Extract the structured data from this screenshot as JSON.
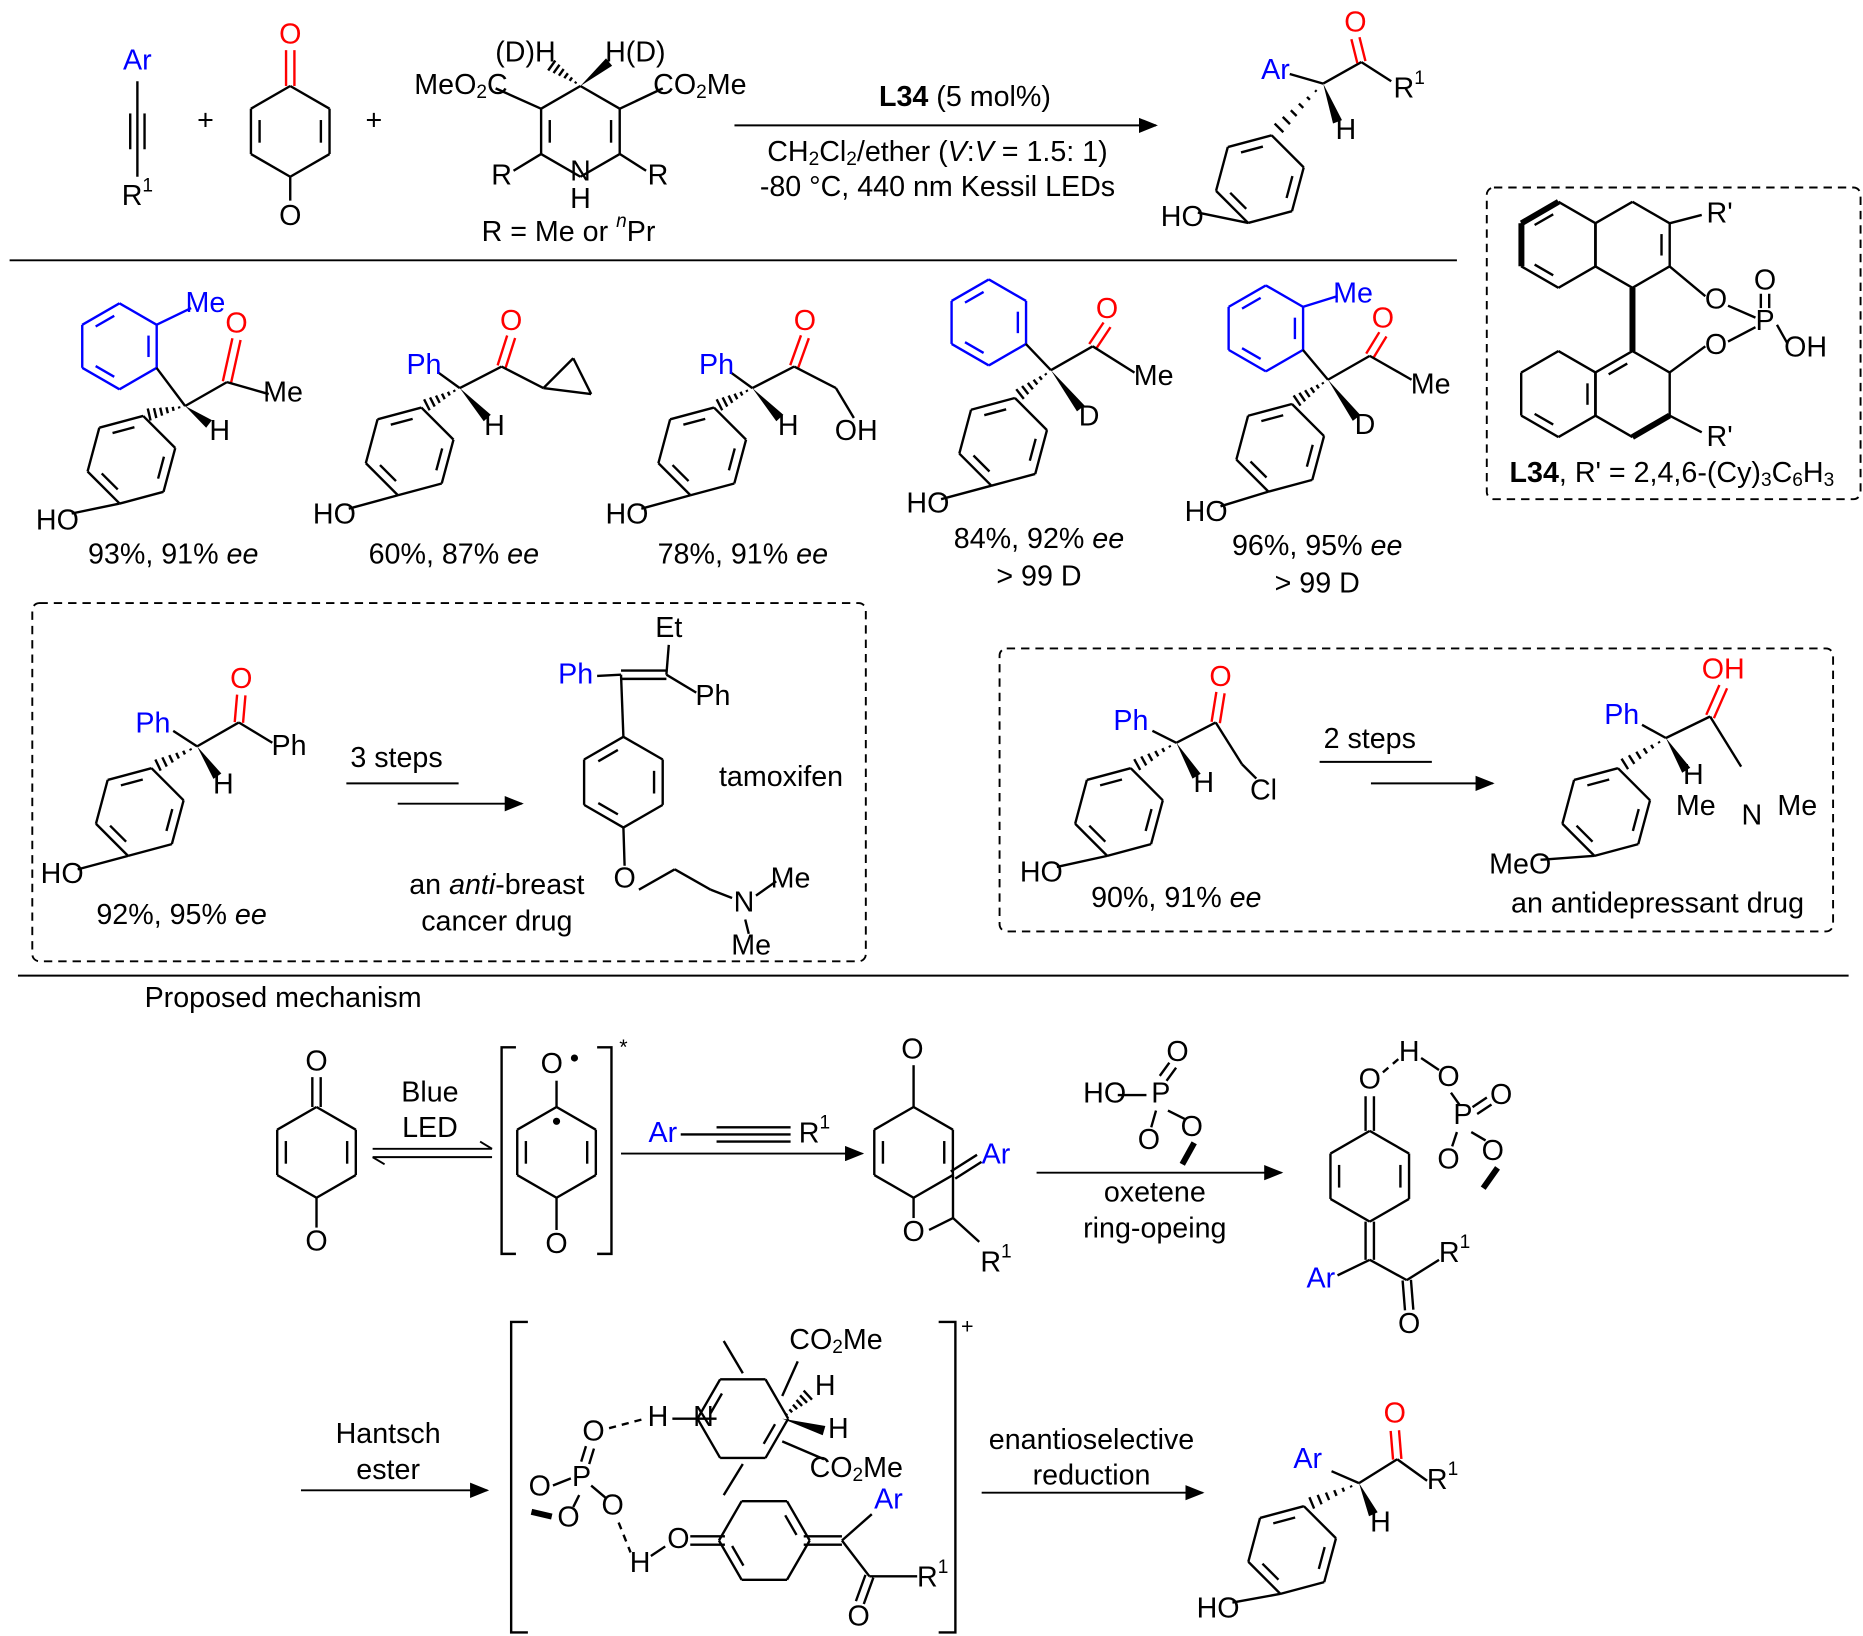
{
  "colors": {
    "aryl": "#0000ff",
    "carbonyl": "#ff0000",
    "ink": "#000000"
  },
  "top": {
    "alkyne": {
      "ar": "Ar",
      "r1": "R1"
    },
    "plus1": "+",
    "plus2": "+",
    "quinone": {
      "o_top": "O",
      "o_bottom": "O"
    },
    "hantzsch": {
      "dh": "(D)H",
      "hd": "H(D)",
      "meo2c": "MeO2C",
      "co2me": "CO2Me",
      "r_left": "R",
      "r_right": "R",
      "n": "N",
      "h": "H",
      "r_def_a": "R = Me or ",
      "r_def_n": "n",
      "r_def_b": "Pr"
    },
    "conditions": {
      "catalyst_bold": "L34",
      "catalyst_rest": " (5 mol%)",
      "solvent_a": "CH2Cl2/ether (",
      "solvent_v1": "V",
      "solvent_colon": ":",
      "solvent_v2": "V",
      "solvent_b": " = 1.5: 1)",
      "temp_light": "-80 °C, 440 nm Kessil LEDs"
    },
    "product": {
      "ar": "Ar",
      "o": "O",
      "r1": "R1",
      "h": "H",
      "ho": "HO"
    }
  },
  "catalyst_box": {
    "r_top": "R'",
    "r_bottom": "R'",
    "o1": "O",
    "o2": "O",
    "p": "P",
    "o_dbl": "O",
    "oh": "OH",
    "caption_bold": "L34",
    "caption_rest": ", R' = 2,4,6-(Cy)3C6H3"
  },
  "examples": [
    {
      "labels": {
        "me_aryl": "Me",
        "o": "O",
        "me": "Me",
        "h": "H",
        "ho": "HO"
      },
      "result": "93%, 91% ",
      "ee": "ee"
    },
    {
      "labels": {
        "ph": "Ph",
        "o": "O",
        "h": "H",
        "ho": "HO"
      },
      "result": "60%, 87% ",
      "ee": "ee"
    },
    {
      "labels": {
        "ph": "Ph",
        "o": "O",
        "oh": "OH",
        "h": "H",
        "ho": "HO"
      },
      "result": "78%, 91% ",
      "ee": "ee"
    },
    {
      "labels": {
        "o": "O",
        "me": "Me",
        "d": "D",
        "ho": "HO"
      },
      "result": "84%, 92% ",
      "ee": "ee",
      "deuterium": "> 99 D"
    },
    {
      "labels": {
        "me_aryl": "Me",
        "o": "O",
        "me": "Me",
        "d": "D",
        "ho": "HO"
      },
      "result": "96%, 95% ",
      "ee": "ee",
      "deuterium": "> 99 D"
    }
  ],
  "tamoxifen_box": {
    "start": {
      "ph": "Ph",
      "o": "O",
      "ph2": "Ph",
      "h": "H",
      "ho": "HO",
      "result": "92%, 95% ",
      "ee": "ee"
    },
    "steps": "3 steps",
    "product": {
      "et": "Et",
      "ph_blue": "Ph",
      "ph": "Ph",
      "o": "O",
      "n": "N",
      "me1": "Me",
      "me2": "Me"
    },
    "name": "tamoxifen",
    "desc_a": "an ",
    "desc_italic": "anti",
    "desc_b": "-breast",
    "desc_line2": "cancer drug"
  },
  "antidepressant_box": {
    "start": {
      "ph": "Ph",
      "o": "O",
      "h": "H",
      "cl": "Cl",
      "ho": "HO",
      "result": "90%, 91% ",
      "ee": "ee"
    },
    "steps": "2 steps",
    "product": {
      "oh": "OH",
      "ph": "Ph",
      "h": "H",
      "n": "N",
      "me1": "Me",
      "me2": "Me",
      "meo": "MeO"
    },
    "desc": "an antidepressant drug"
  },
  "mechanism": {
    "title": "Proposed mechanism",
    "quinone": {
      "o_top": "O",
      "o_bottom": "O"
    },
    "step1": {
      "line1": "Blue",
      "line2": "LED"
    },
    "excited": {
      "o_radical": "O",
      "o_bottom": "O",
      "star": "*"
    },
    "alkyne": {
      "ar": "Ar",
      "r1": "R1"
    },
    "oxetene": {
      "o_top": "O",
      "ar": "Ar",
      "o_ring": "O",
      "r1": "R1"
    },
    "step2": {
      "ho_p": "HO",
      "p": "P",
      "o_dbl": "O",
      "o1": "O",
      "o2": "O",
      "line1": "oxetene",
      "line2": "ring-opeing"
    },
    "quinone_methide": {
      "o": "O",
      "h": "H",
      "o_p1": "O",
      "p": "P",
      "o_p_dbl": "O",
      "o_p2": "O",
      "o_p3": "O",
      "ar": "Ar",
      "r1": "R1",
      "o_ketone": "O"
    },
    "step3": {
      "line1": "Hantsch",
      "line2": "ester"
    },
    "complex": {
      "co2me_top": "CO2Me",
      "h1": "H",
      "h2": "H",
      "n": "N",
      "nh": "H",
      "o_p_dbl": "O",
      "p": "P",
      "o_left": "O",
      "o_bottom": "O",
      "o_right": "O",
      "h_bridge": "H",
      "o_quinone": "O",
      "co2me_bottom": "CO2Me",
      "ar": "Ar",
      "r1": "R1",
      "o_ketone": "O",
      "charge": "+"
    },
    "step4": {
      "line1": "enantioselective",
      "line2": "reduction"
    },
    "product": {
      "ar": "Ar",
      "o": "O",
      "r1": "R1",
      "h": "H",
      "ho": "HO"
    }
  }
}
